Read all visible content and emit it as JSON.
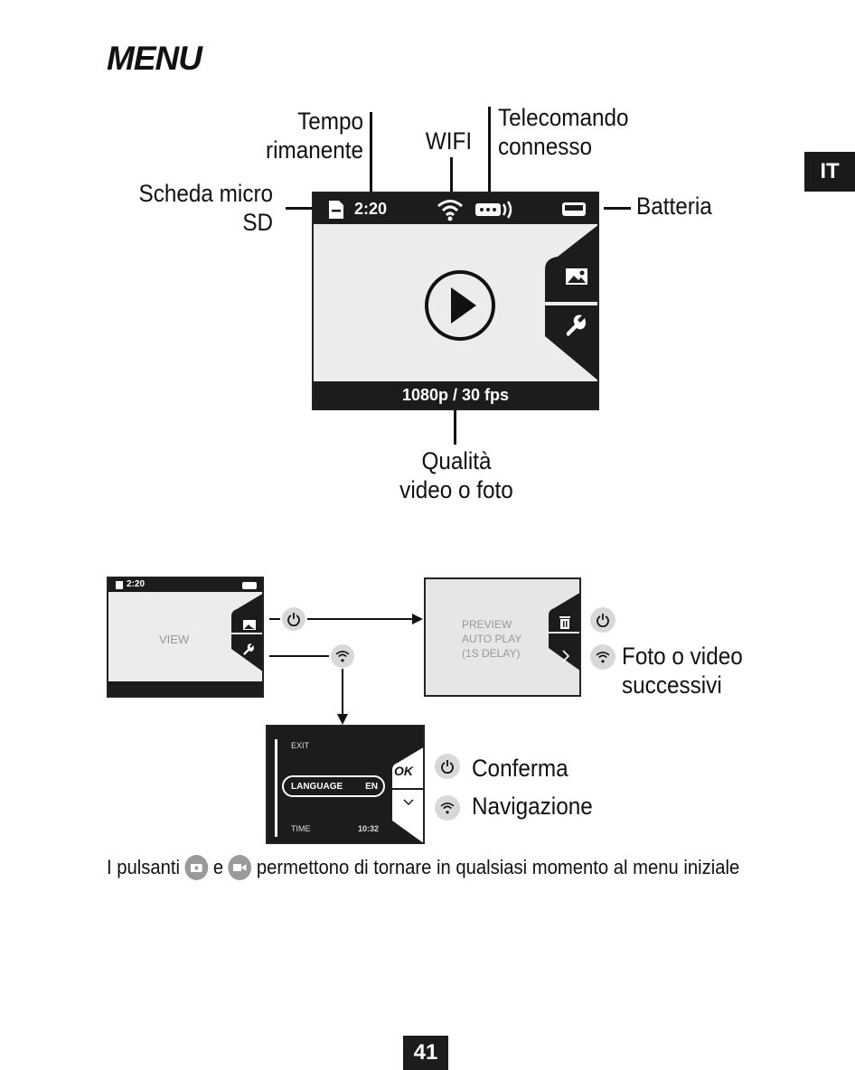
{
  "title": "MENU",
  "language_tab": "IT",
  "labels": {
    "tempo_1": "Tempo",
    "tempo_2": "rimanente",
    "wifi": "WIFI",
    "telecomando_1": "Telecomando",
    "telecomando_2": "connesso",
    "scheda_1": "Scheda micro",
    "scheda_2": "SD",
    "batteria": "Batteria",
    "qualita_1": "Qualità",
    "qualita_2": "video o foto"
  },
  "main_screen": {
    "time": "2:20",
    "resolution": "1080p / 30 fps"
  },
  "small_view": {
    "time": "2:20",
    "label": "VIEW"
  },
  "preview_screen": {
    "line1": "PREVIEW",
    "line2": "AUTO PLAY",
    "line3": "(1S DELAY)"
  },
  "preview_legend": {
    "next_1": "Foto o video",
    "next_2": "successivi"
  },
  "settings_screen": {
    "item_top": "EXIT",
    "item_selected": "LANGUAGE",
    "item_selected_value": "EN",
    "item_bottom": "TIME",
    "item_bottom_value": "10:32",
    "ok": "OK"
  },
  "settings_legend": {
    "confirm": "Conferma",
    "navigate": "Navigazione"
  },
  "footer": {
    "part1": "I pulsanti",
    "part2": "e",
    "part3": "permettono di tornare in qualsiasi momento al menu iniziale"
  },
  "page_number": "41"
}
